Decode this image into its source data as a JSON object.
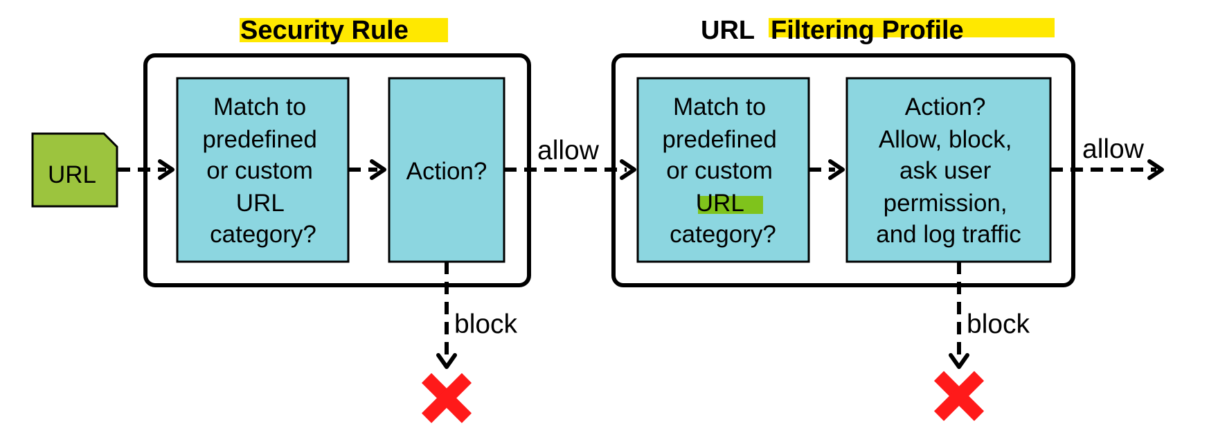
{
  "colors": {
    "box_fill": "#8cd6e0",
    "url_doc_fill": "#9cc43e",
    "title_highlight": "#ffe800",
    "url_highlight": "#7fc31c",
    "block_x": "#ff1a1a"
  },
  "titles": {
    "security_rule": "Security Rule",
    "url_prefix": "URL",
    "filtering_profile": "Filtering Profile"
  },
  "url_doc": {
    "label": "URL"
  },
  "security_rule": {
    "match_box": [
      "Match to",
      "predefined",
      "or custom",
      "URL",
      "category?"
    ],
    "action_box": [
      "Action?"
    ]
  },
  "url_profile": {
    "match_box": [
      "Match to",
      "predefined",
      "or custom",
      "URL",
      "category?"
    ],
    "action_box": [
      "Action?",
      "Allow, block,",
      "ask user",
      "permission,",
      "and log traffic"
    ]
  },
  "edges": {
    "allow_1": "allow",
    "allow_2": "allow",
    "block_1": "block",
    "block_2": "block"
  },
  "icons": {
    "block_mark": "x-mark-icon",
    "document": "document-icon"
  }
}
